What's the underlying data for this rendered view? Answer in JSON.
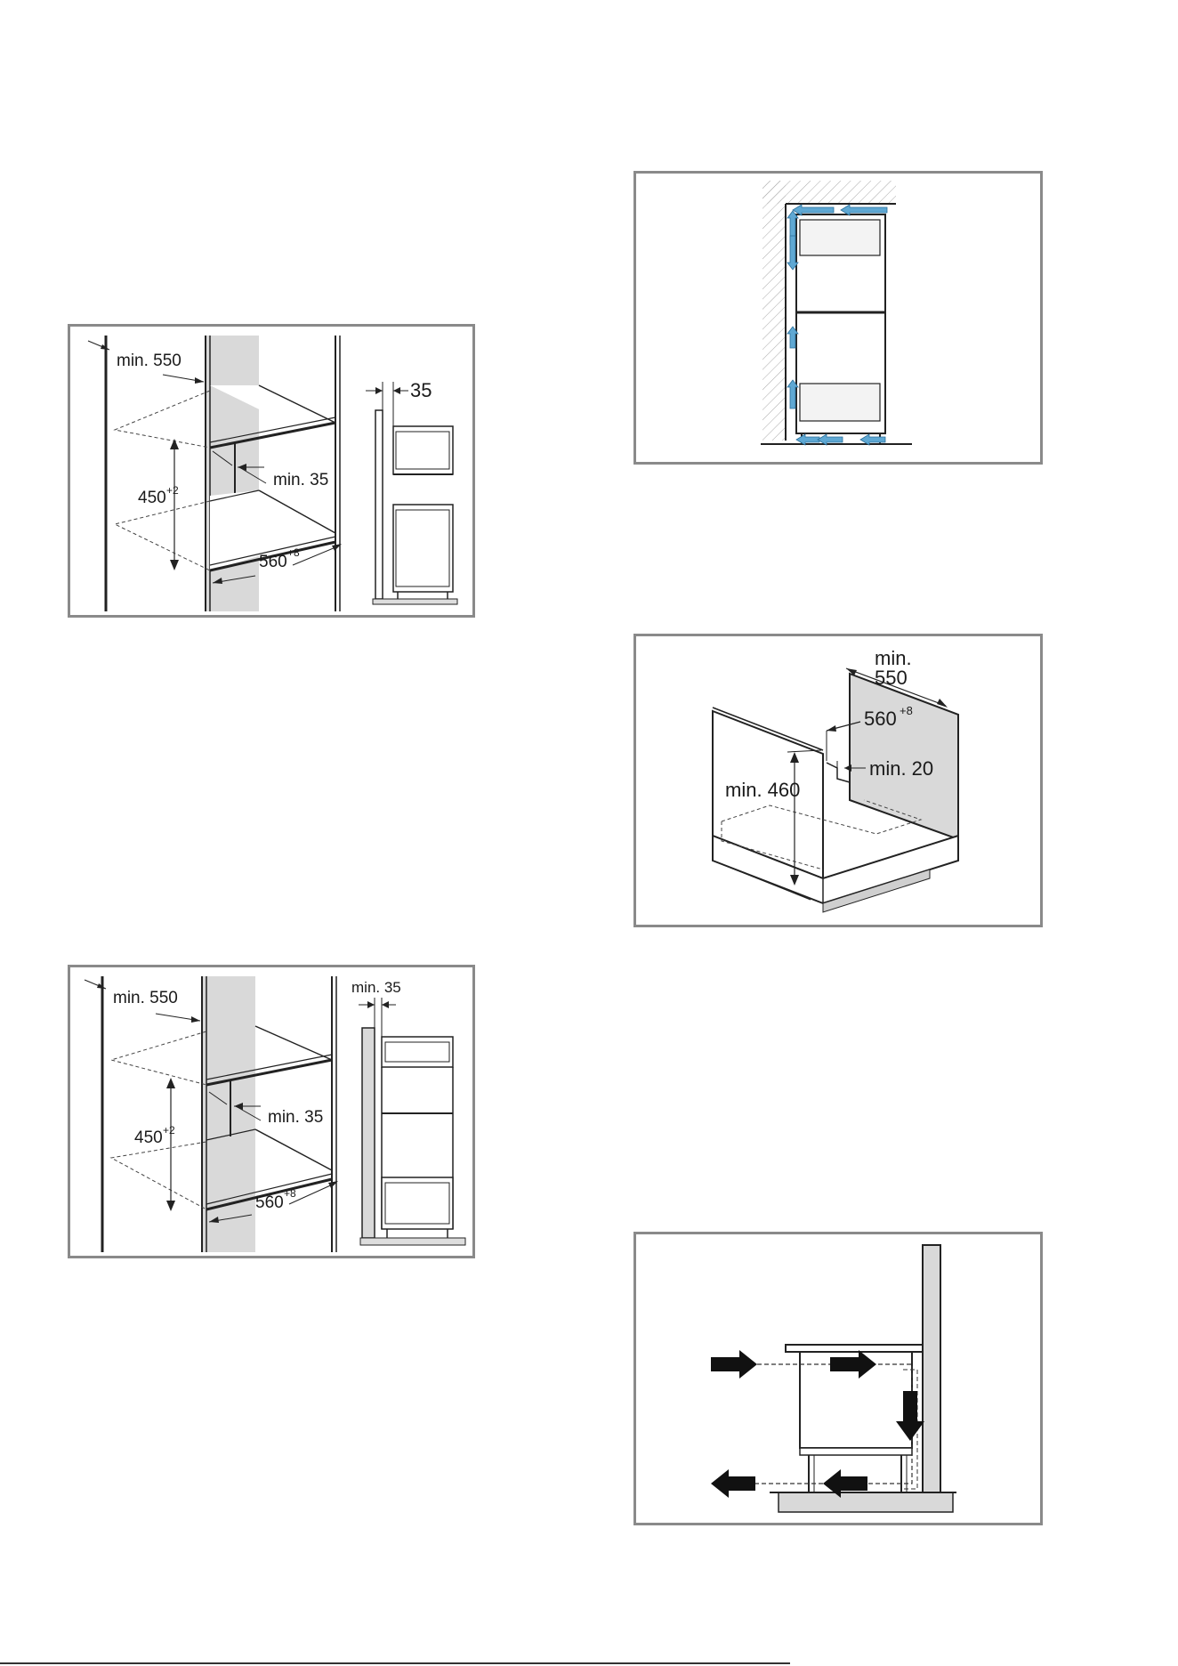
{
  "fig_a": {
    "min550": "min. 550",
    "gap35": "35",
    "height": "450",
    "height_tol": "+2",
    "min35": "min. 35",
    "width": "560",
    "width_tol": "+8"
  },
  "fig_b": {
    "min550": "min. 550",
    "min35_top": "min. 35",
    "height": "450",
    "height_tol": "+2",
    "min35": "min. 35",
    "width": "560",
    "width_tol": "+8"
  },
  "fig_c": {
    "arrow_color": "#5fa8d3"
  },
  "fig_d": {
    "min_line1": "min.",
    "min_line2": "550",
    "width": "560",
    "width_tol": "+8",
    "min20": "min. 20",
    "min460": "min. 460"
  },
  "fig_e": {
    "arrow_color": "#111111"
  }
}
